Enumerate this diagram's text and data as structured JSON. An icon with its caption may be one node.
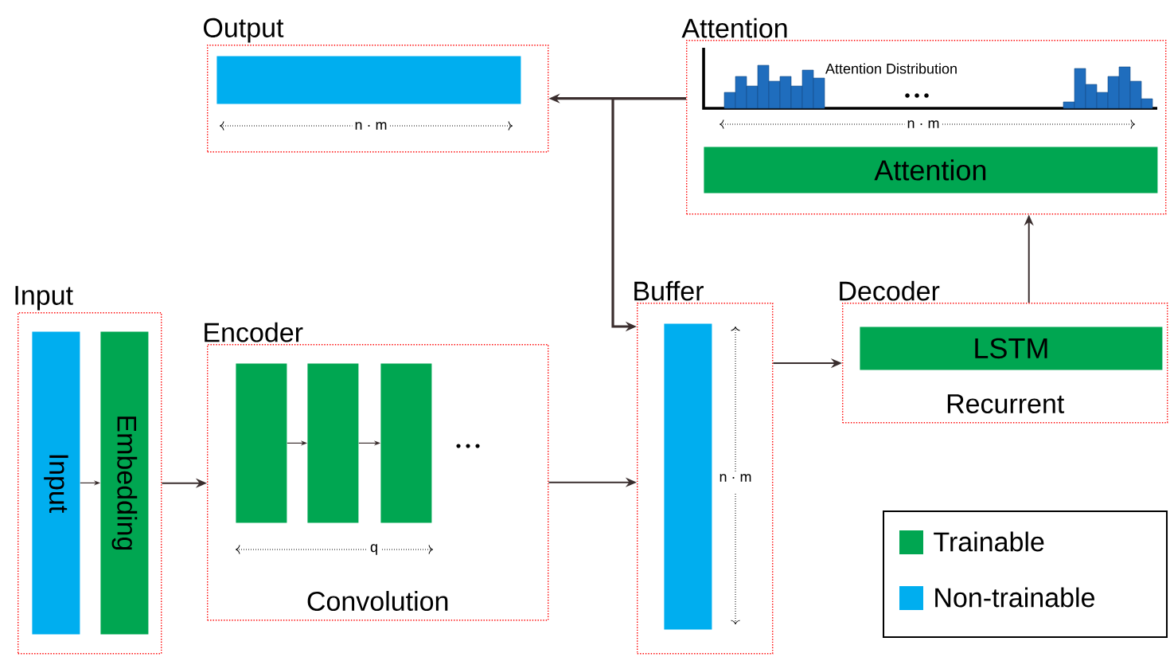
{
  "diagram": {
    "nodes": [
      {
        "text": [
          "Output"
        ]
      },
      {
        "text": [],
        "shape": "bar",
        "in": 0
      },
      {
        "text": [
          "Attention"
        ]
      },
      {
        "text": [
          "Attention"
        ],
        "in": 2
      },
      {
        "text": [
          "Input"
        ]
      },
      {
        "text": [
          "Input"
        ],
        "in": 4
      },
      {
        "text": [
          "Embedding"
        ],
        "in": 4
      },
      {
        "text": [
          "Encoder",
          "Convolution"
        ]
      },
      {
        "text": [],
        "shape": "bar",
        "in": 7
      },
      {
        "text": [],
        "shape": "bar",
        "in": 7
      },
      {
        "text": [],
        "shape": "bar",
        "in": 7
      },
      {
        "text": [
          "Buffer"
        ]
      },
      {
        "text": [],
        "shape": "bar",
        "in": 11
      },
      {
        "text": [
          "Decoder",
          "Recurrent"
        ]
      },
      {
        "text": [
          "LSTM"
        ],
        "in": 13
      }
    ],
    "edges": [
      {
        "from": 5,
        "to": 6,
        "arrow": "to"
      },
      {
        "from": 4,
        "to": 7,
        "arrow": "to"
      },
      {
        "from": 8,
        "to": 9,
        "arrow": "to"
      },
      {
        "from": 9,
        "to": 10,
        "arrow": "to"
      },
      {
        "from": 7,
        "to": 11,
        "arrow": "to"
      },
      {
        "from": 11,
        "to": 13,
        "arrow": "to"
      },
      {
        "from": 13,
        "to": 2,
        "arrow": "to"
      },
      {
        "from": 2,
        "to": 0,
        "arrow": "to"
      },
      {
        "from": 2,
        "to": 11,
        "arrow": "to"
      }
    ],
    "labels": [
      "n · m",
      "Attention Distribution",
      "n · m",
      "q",
      "n · m"
    ],
    "legend": [
      {
        "text": "Trainable",
        "color": "#00a651"
      },
      {
        "text": "Non-trainable",
        "color": "#00aeef"
      }
    ]
  }
}
